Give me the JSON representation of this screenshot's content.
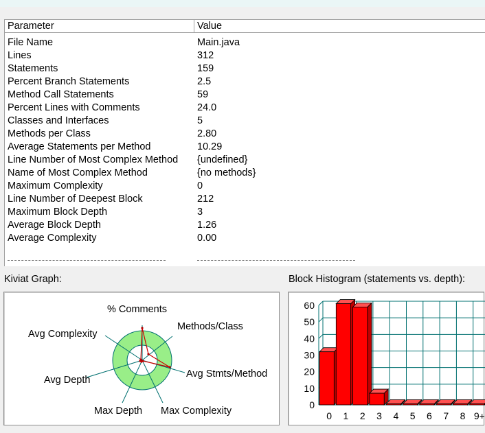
{
  "table": {
    "headers": {
      "parameter": "Parameter",
      "value": "Value"
    },
    "rows": [
      {
        "name": "File Name",
        "value": "Main.java"
      },
      {
        "name": "Lines",
        "value": "312"
      },
      {
        "name": "Statements",
        "value": "159"
      },
      {
        "name": "Percent Branch Statements",
        "value": "2.5"
      },
      {
        "name": "Method Call Statements",
        "value": "59"
      },
      {
        "name": "Percent Lines with Comments",
        "value": "24.0"
      },
      {
        "name": "Classes and Interfaces",
        "value": "5"
      },
      {
        "name": "Methods per Class",
        "value": "2.80"
      },
      {
        "name": "Average Statements per Method",
        "value": "10.29"
      },
      {
        "name": "Line Number of Most Complex Method",
        "value": "{undefined}"
      },
      {
        "name": "Name of Most Complex Method",
        "value": "{no methods}"
      },
      {
        "name": "Maximum Complexity",
        "value": "0"
      },
      {
        "name": "Line Number of Deepest Block",
        "value": "212"
      },
      {
        "name": "Maximum Block Depth",
        "value": "3"
      },
      {
        "name": "Average Block Depth",
        "value": "1.26"
      },
      {
        "name": "Average Complexity",
        "value": "0.00"
      }
    ]
  },
  "kiviat": {
    "title": "Kiviat Graph:",
    "axes": [
      "% Comments",
      "Methods/Class",
      "Avg Stmts/Method",
      "Max Complexity",
      "Max Depth",
      "Avg Depth",
      "Avg Complexity"
    ],
    "colors": {
      "ring": "#99ee88",
      "axis": "#007070",
      "plot": "#cc0000"
    }
  },
  "histogram": {
    "title": "Block Histogram (statements vs. depth):",
    "colors": {
      "bar": "#ff0000",
      "grid": "#007070"
    }
  },
  "chart_data": {
    "type": "bar",
    "categories": [
      "0",
      "1",
      "2",
      "3",
      "4",
      "5",
      "6",
      "7",
      "8",
      "9+"
    ],
    "values": [
      32,
      61,
      59,
      7,
      0,
      0,
      0,
      0,
      0,
      0
    ],
    "yticks": [
      "0",
      "10",
      "20",
      "30",
      "40",
      "50",
      "60"
    ],
    "ylim": [
      0,
      60
    ],
    "grid": true
  }
}
